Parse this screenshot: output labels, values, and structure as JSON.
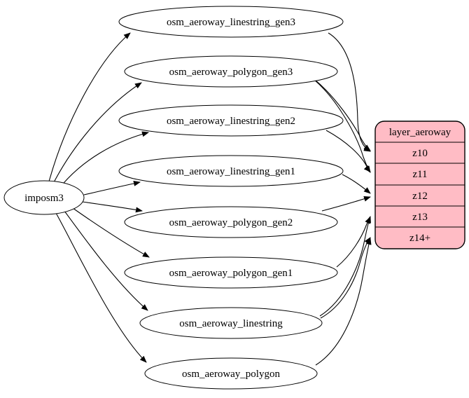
{
  "graph": {
    "source": {
      "label": "imposm3"
    },
    "tables": [
      {
        "label": "osm_aeroway_linestring_gen3"
      },
      {
        "label": "osm_aeroway_polygon_gen3"
      },
      {
        "label": "osm_aeroway_linestring_gen2"
      },
      {
        "label": "osm_aeroway_linestring_gen1"
      },
      {
        "label": "osm_aeroway_polygon_gen2"
      },
      {
        "label": "osm_aeroway_polygon_gen1"
      },
      {
        "label": "osm_aeroway_linestring"
      },
      {
        "label": "osm_aeroway_polygon"
      }
    ],
    "layer": {
      "title": "layer_aeroway",
      "rows": [
        "z10",
        "z11",
        "z12",
        "z13",
        "z14+"
      ]
    },
    "edges": [
      {
        "from": "imposm3",
        "to": "osm_aeroway_linestring_gen3"
      },
      {
        "from": "imposm3",
        "to": "osm_aeroway_polygon_gen3"
      },
      {
        "from": "imposm3",
        "to": "osm_aeroway_linestring_gen2"
      },
      {
        "from": "imposm3",
        "to": "osm_aeroway_linestring_gen1"
      },
      {
        "from": "imposm3",
        "to": "osm_aeroway_polygon_gen2"
      },
      {
        "from": "imposm3",
        "to": "osm_aeroway_polygon_gen1"
      },
      {
        "from": "imposm3",
        "to": "osm_aeroway_linestring"
      },
      {
        "from": "imposm3",
        "to": "osm_aeroway_polygon"
      },
      {
        "from": "osm_aeroway_linestring_gen3",
        "to": "z10"
      },
      {
        "from": "osm_aeroway_polygon_gen3",
        "to": "z10"
      },
      {
        "from": "osm_aeroway_polygon_gen3",
        "to": "z11"
      },
      {
        "from": "osm_aeroway_linestring_gen2",
        "to": "z11"
      },
      {
        "from": "osm_aeroway_linestring_gen1",
        "to": "z12"
      },
      {
        "from": "osm_aeroway_polygon_gen2",
        "to": "z12"
      },
      {
        "from": "osm_aeroway_polygon_gen1",
        "to": "z13"
      },
      {
        "from": "osm_aeroway_linestring",
        "to": "z13"
      },
      {
        "from": "osm_aeroway_linestring",
        "to": "z14+"
      },
      {
        "from": "osm_aeroway_polygon",
        "to": "z14+"
      }
    ],
    "colors": {
      "layer_fill": "#ffbcc5",
      "node_fill": "#ffffff",
      "stroke": "#000000"
    }
  }
}
